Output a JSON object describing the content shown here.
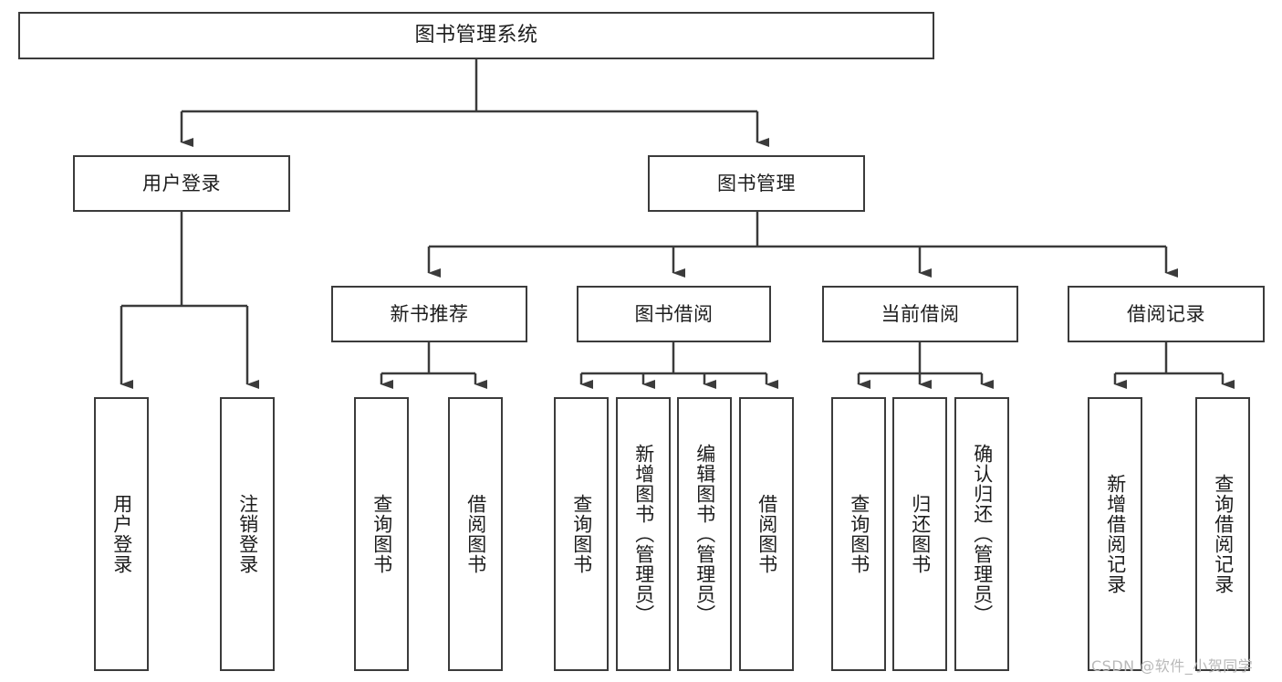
{
  "diagram": {
    "title": "图书管理系统",
    "type": "hierarchy-tree",
    "orientation": "top-down",
    "root": {
      "id": "root",
      "label": "图书管理系统",
      "text_direction": "horizontal"
    },
    "level2": [
      {
        "id": "user-login",
        "label": "用户登录",
        "text_direction": "horizontal"
      },
      {
        "id": "book-management",
        "label": "图书管理",
        "text_direction": "horizontal"
      }
    ],
    "level3": [
      {
        "id": "new-book-recommend",
        "label": "新书推荐",
        "parent": "book-management",
        "text_direction": "horizontal"
      },
      {
        "id": "book-borrow",
        "label": "图书借阅",
        "parent": "book-management",
        "text_direction": "horizontal"
      },
      {
        "id": "current-borrow",
        "label": "当前借阅",
        "parent": "book-management",
        "text_direction": "horizontal"
      },
      {
        "id": "borrow-record",
        "label": "借阅记录",
        "parent": "book-management",
        "text_direction": "horizontal"
      }
    ],
    "leaves": [
      {
        "id": "leaf-user-login",
        "label": "用户登录",
        "parent": "user-login",
        "text_direction": "vertical"
      },
      {
        "id": "leaf-logout-login",
        "label": "注销登录",
        "parent": "user-login",
        "text_direction": "vertical"
      },
      {
        "id": "leaf-query-book-1",
        "label": "查询图书",
        "parent": "new-book-recommend",
        "text_direction": "vertical"
      },
      {
        "id": "leaf-borrow-book-1",
        "label": "借阅图书",
        "parent": "new-book-recommend",
        "text_direction": "vertical"
      },
      {
        "id": "leaf-query-book-2",
        "label": "查询图书",
        "parent": "book-borrow",
        "text_direction": "vertical"
      },
      {
        "id": "leaf-add-book",
        "label": "新增图书（管理员）",
        "parent": "book-borrow",
        "text_direction": "vertical"
      },
      {
        "id": "leaf-edit-book",
        "label": "编辑图书（管理员）",
        "parent": "book-borrow",
        "text_direction": "vertical"
      },
      {
        "id": "leaf-borrow-book-2",
        "label": "借阅图书",
        "parent": "book-borrow",
        "text_direction": "vertical"
      },
      {
        "id": "leaf-query-book-3",
        "label": "查询图书",
        "parent": "current-borrow",
        "text_direction": "vertical"
      },
      {
        "id": "leaf-return-book",
        "label": "归还图书",
        "parent": "current-borrow",
        "text_direction": "vertical"
      },
      {
        "id": "leaf-confirm-return",
        "label": "确认归还（管理员）",
        "parent": "current-borrow",
        "text_direction": "vertical"
      },
      {
        "id": "leaf-add-record",
        "label": "新增借阅记录",
        "parent": "borrow-record",
        "text_direction": "vertical"
      },
      {
        "id": "leaf-query-record",
        "label": "查询借阅记录",
        "parent": "borrow-record",
        "text_direction": "vertical"
      }
    ]
  },
  "watermark": {
    "text": "CSDN @软件_小贺同学"
  },
  "colors": {
    "border": "#3b3b3b",
    "background": "#ffffff",
    "text": "#1d1d1d",
    "connector": "#3b3b3b",
    "watermark": "#b9b9b9"
  }
}
